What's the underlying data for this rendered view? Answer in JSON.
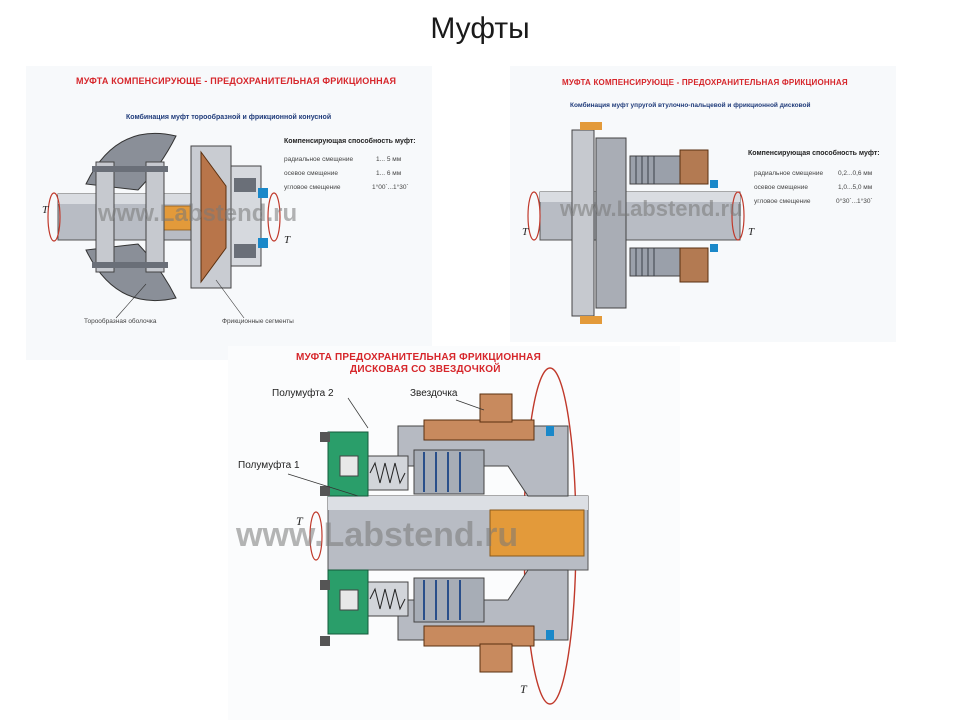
{
  "slide": {
    "title": "Муфты"
  },
  "panel1": {
    "title": "МУФТА КОМПЕНСИРУЮЩЕ - ПРЕДОХРАНИТЕЛЬНАЯ ФРИКЦИОННАЯ",
    "subtitle": "Комбинация муфт торообразной и фрикционной конусной",
    "spec_heading": "Компенсирующая способность муфт:",
    "specs": [
      {
        "label": "радиальное смещение",
        "value": "1... 5 мм"
      },
      {
        "label": "осевое смещение",
        "value": "1... 6 мм"
      },
      {
        "label": "угловое смещение",
        "value": "1°00´...1°30´"
      }
    ],
    "torque_left": "T",
    "torque_right": "T",
    "watermark": "www.Labstend.ru",
    "callout_left": "Торообразная оболочка",
    "callout_right": "Фрикционные сегменты"
  },
  "panel2": {
    "title": "МУФТА КОМПЕНСИРУЮЩЕ - ПРЕДОХРАНИТЕЛЬНАЯ ФРИКЦИОННАЯ",
    "subtitle": "Комбинация муфт упругой втулочно-пальцевой и фрикционной дисковой",
    "spec_heading": "Компенсирующая способность муфт:",
    "specs": [
      {
        "label": "радиальное смещение",
        "value": "0,2...0,6 мм"
      },
      {
        "label": "осевое смещение",
        "value": "1,0...5,0 мм"
      },
      {
        "label": "угловое смещение",
        "value": "0°30´...1°30´"
      }
    ],
    "torque_left": "T",
    "torque_right": "T",
    "watermark": "www.Labstend.ru"
  },
  "panel3": {
    "title_line1": "МУФТА ПРЕДОХРАНИТЕЛЬНАЯ ФРИКЦИОННАЯ",
    "title_line2": "ДИСКОВАЯ СО ЗВЕЗДОЧКОЙ",
    "label_half2": "Полумуфта 2",
    "label_half1": "Полумуфта 1",
    "label_sprocket": "Звездочка",
    "torque_left": "T",
    "torque_bottom": "T",
    "watermark": "www.Labstend.ru"
  }
}
